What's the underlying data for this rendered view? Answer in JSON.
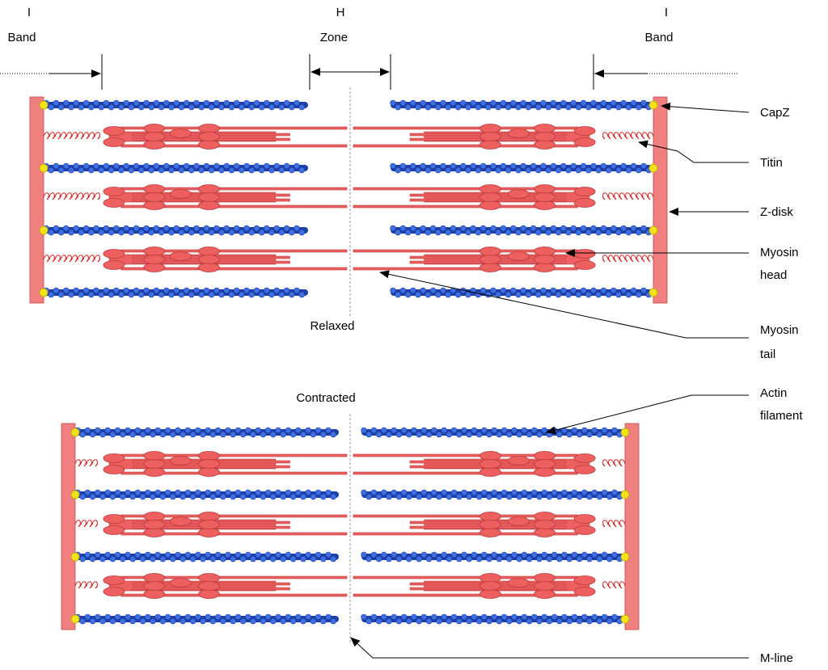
{
  "top_labels": {
    "i_band_left_line1": "I",
    "i_band_left_line2": "Band",
    "h_zone_line1": "H",
    "h_zone_line2": "Zone",
    "i_band_right_line1": "I",
    "i_band_right_line2": "Band"
  },
  "state_labels": {
    "relaxed": "Relaxed",
    "contracted": "Contracted"
  },
  "callouts": {
    "capz": "CapZ",
    "titin": "Titin",
    "z_disk": "Z-disk",
    "myosin_head_line1": "Myosin",
    "myosin_head_line2": "head",
    "myosin_tail_line1": "Myosin",
    "myosin_tail_line2": "tail",
    "actin_line1": "Actin",
    "actin_line2": "filament",
    "m_line": "M-line"
  },
  "colors": {
    "z_disk_fill": "#f07f7f",
    "z_disk_stroke": "#c84848",
    "myosin_fill": "#ee6060",
    "myosin_stroke": "#b83a3a",
    "actin_bead": "#3f6fe0",
    "actin_stroke": "#1c3fa8",
    "capz": "#f2e21a",
    "titin": "#cc2222"
  }
}
